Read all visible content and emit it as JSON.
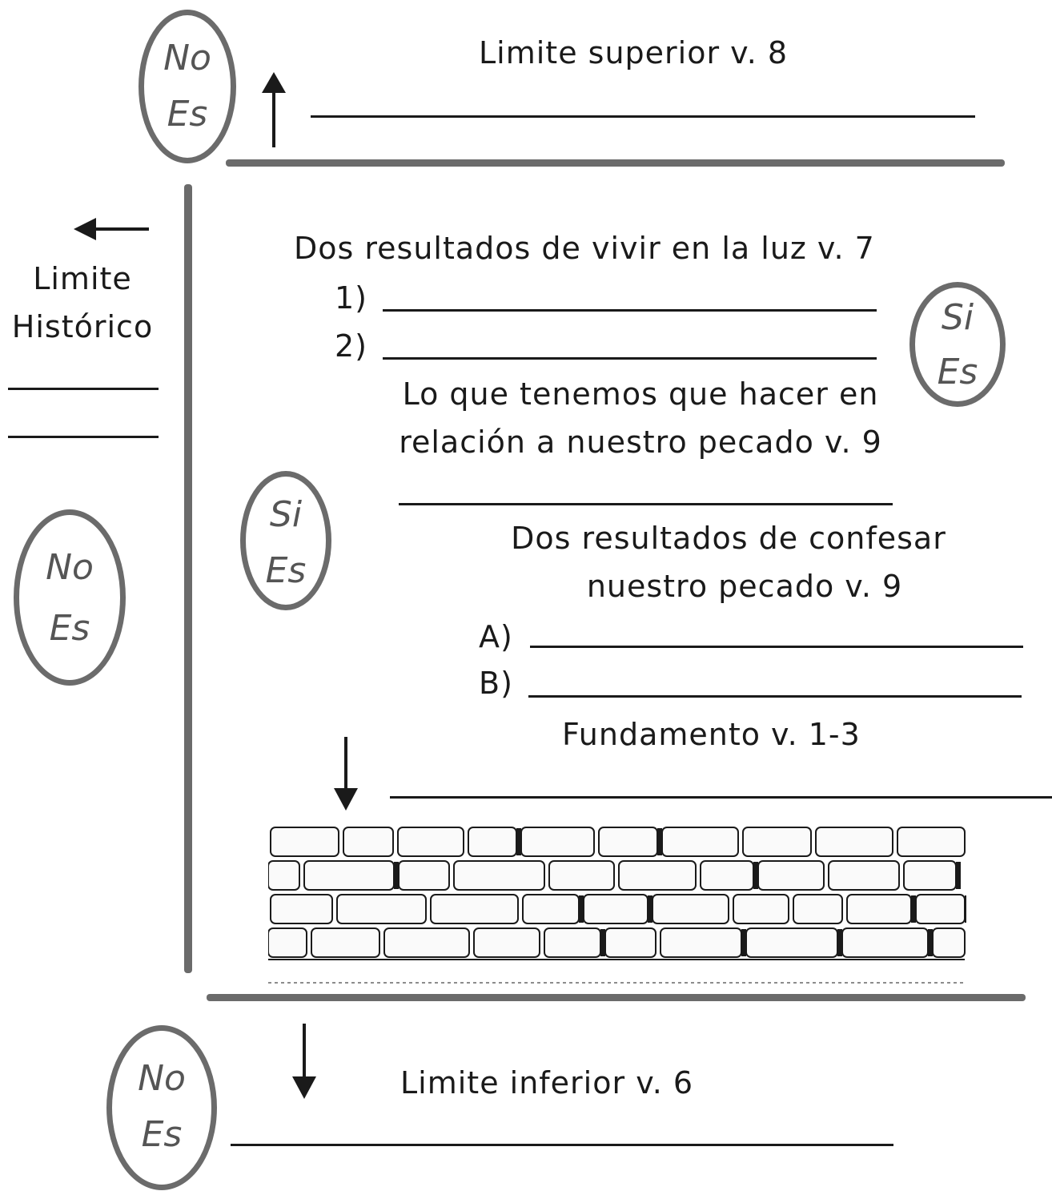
{
  "top": {
    "label": "Limite superior v. 8",
    "badge": {
      "line1": "No",
      "line2": "Es"
    }
  },
  "history": {
    "line1": "Limite",
    "line2": "Histórico"
  },
  "light": {
    "heading": "Dos resultados de vivir en la luz v. 7",
    "item1": "1)",
    "item2": "2)",
    "badge": {
      "line1": "Si",
      "line2": "Es"
    }
  },
  "sin": {
    "line1": "Lo que tenemos que hacer en",
    "line2": "relación a nuestro pecado v. 9"
  },
  "left_badge_si": {
    "line1": "Si",
    "line2": "Es"
  },
  "left_badge_no": {
    "line1": "No",
    "line2": "Es"
  },
  "confess": {
    "line1": "Dos resultados de confesar",
    "line2": "nuestro pecado v. 9",
    "itemA": "A)",
    "itemB": "B)"
  },
  "foundation": {
    "label": "Fundamento v. 1-3"
  },
  "bottom": {
    "label": "Limite inferior v. 6",
    "badge": {
      "line1": "No",
      "line2": "Es"
    }
  }
}
